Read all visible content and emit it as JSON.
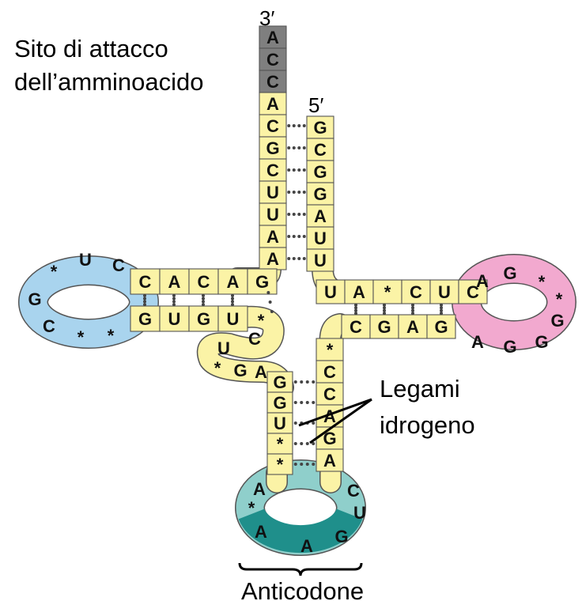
{
  "labels": {
    "end3": "3′",
    "end5": "5′",
    "aa_site_1": "Sito di attacco",
    "aa_site_2": "dell’amminoacido",
    "hbond_1": "Legami",
    "hbond_2": "idrogeno",
    "anticodon": "Anticodone"
  },
  "colors": {
    "acceptor_tail": "#7f7f7f",
    "stem": "#fbf3a6",
    "d_loop": "#a9d4ee",
    "t_loop": "#f2a9cf",
    "anticodon_loop_light": "#8fcfcb",
    "anticodon_loop_dark": "#1f8f8b",
    "outline": "#555555"
  },
  "strands": {
    "acceptor_3prime_tail": [
      "A",
      "C",
      "C"
    ],
    "acceptor_3prime_stem": [
      "A",
      "C",
      "G",
      "C",
      "U",
      "U",
      "A",
      "A"
    ],
    "acceptor_5prime_stem": [
      "G",
      "C",
      "G",
      "G",
      "A",
      "U",
      "U"
    ],
    "d_arm_top": [
      "C",
      "A",
      "C",
      "A",
      "G"
    ],
    "d_arm_bottom": [
      "G",
      "U",
      "G",
      "U"
    ],
    "d_loop": [
      "C",
      "U",
      "*",
      "G",
      "C",
      "*",
      "*"
    ],
    "variable_region": [
      "*",
      "C",
      "U",
      "*",
      "G",
      "A"
    ],
    "anticodon_stem_left": [
      "G",
      "G",
      "U",
      "*",
      "*"
    ],
    "anticodon_stem_right": [
      "*",
      "C",
      "C",
      "A",
      "G",
      "A"
    ],
    "anticodon_loop": [
      "A",
      "*",
      "A",
      "A",
      "G",
      "U",
      "C"
    ],
    "t_arm_top": [
      "U",
      "A",
      "*",
      "C",
      "U",
      "C"
    ],
    "t_arm_bottom": [
      "C",
      "G",
      "A",
      "G"
    ],
    "t_loop": [
      "A",
      "G",
      "*",
      "*",
      "G",
      "G",
      "G",
      "A"
    ]
  }
}
